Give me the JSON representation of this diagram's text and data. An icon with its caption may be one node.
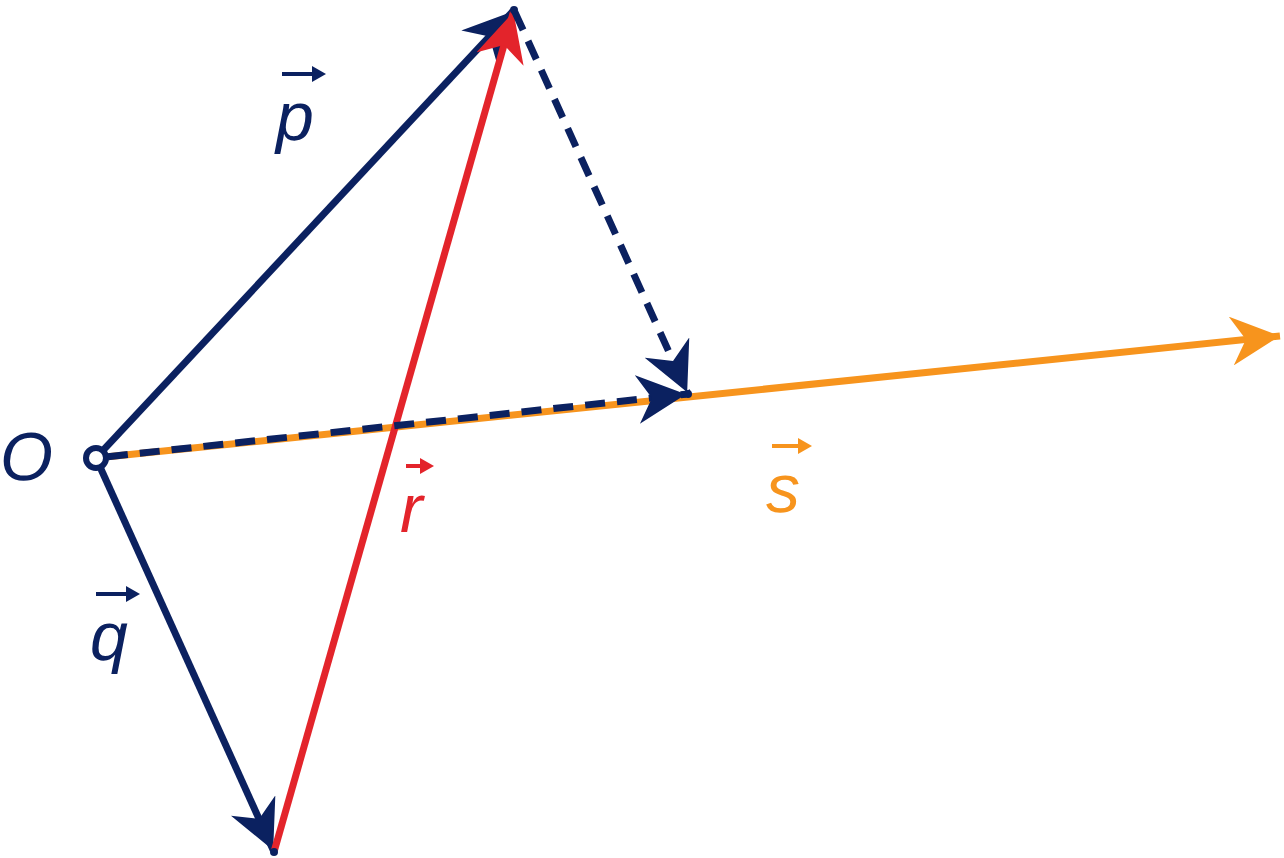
{
  "diagram": {
    "nodes": [
      {
        "text": [],
        "shape": "circle",
        "beside": [
          "O"
        ]
      },
      {
        "text": [],
        "shape": "point"
      },
      {
        "text": [],
        "shape": "point"
      },
      {
        "text": [],
        "shape": "point"
      }
    ],
    "edges": [
      {
        "from": 0,
        "to": 1,
        "arrow": "to",
        "label": "p"
      },
      {
        "from": 0,
        "to": 2,
        "arrow": "to",
        "label": "q"
      },
      {
        "from": 2,
        "to": 1,
        "arrow": "to",
        "label": "r",
        "color": "#e3242b"
      },
      {
        "from": 1,
        "to": 3,
        "arrow": "to",
        "style": "dashed"
      },
      {
        "from": 0,
        "to": null,
        "arrow": "to",
        "label": "s",
        "color": "#f7941d"
      },
      {
        "from": 0,
        "to": 3,
        "arrow": "to",
        "style": "dashed"
      }
    ]
  }
}
